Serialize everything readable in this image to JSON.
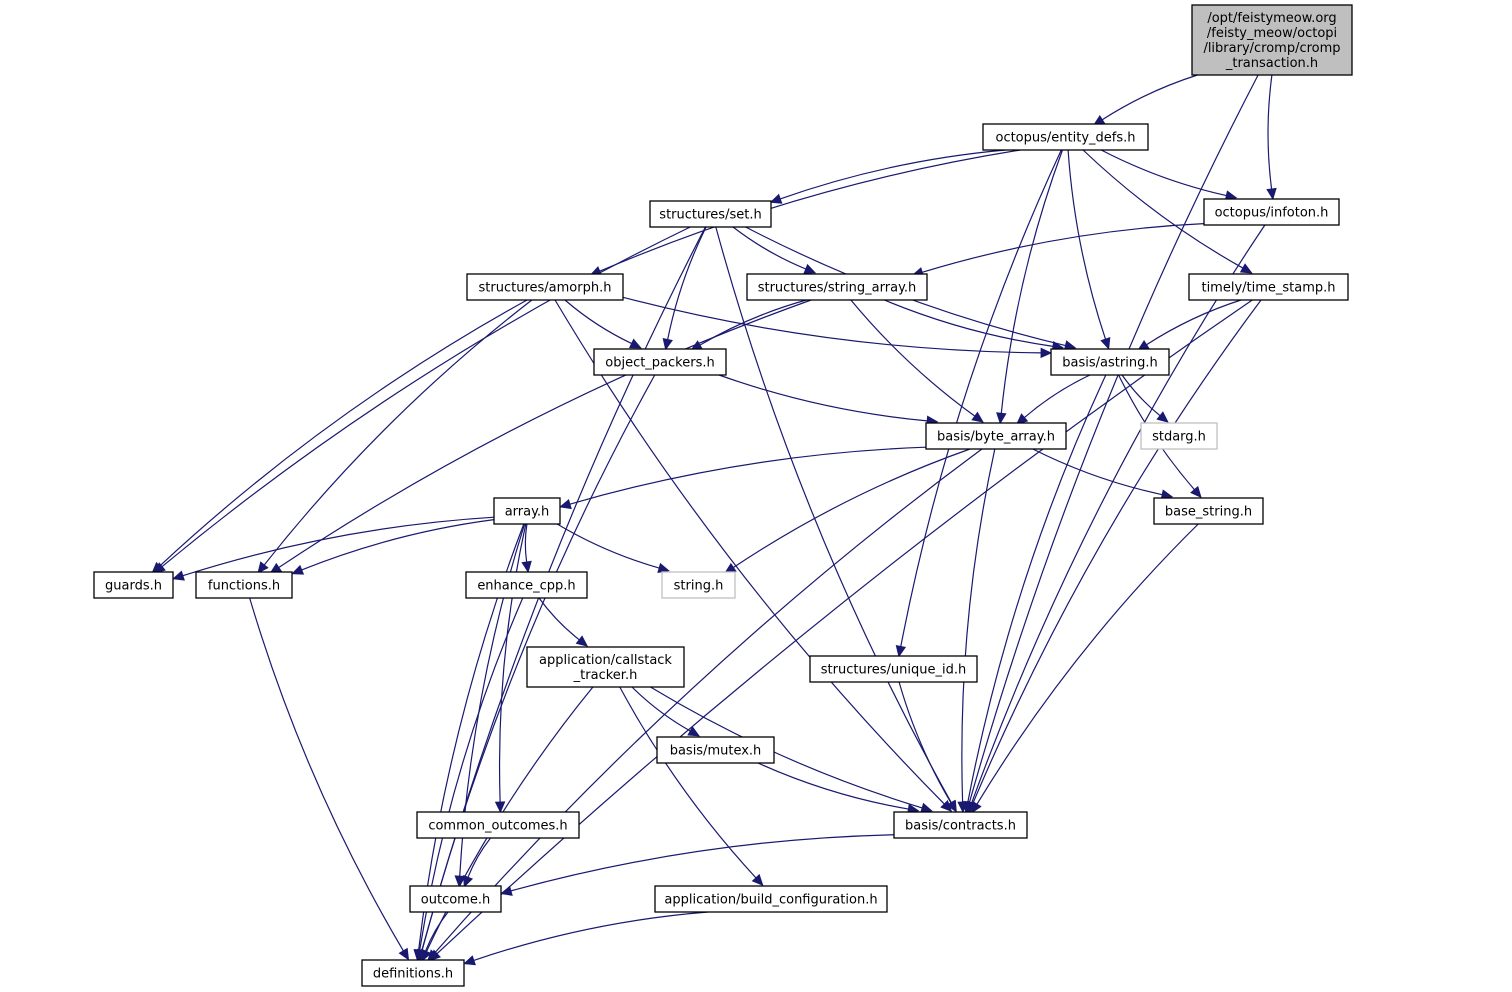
{
  "diagram": {
    "type": "include-dependency-graph",
    "colors": {
      "edge": "#191970",
      "root_fill": "#bfbfbf",
      "external_border": "#bfbfbf",
      "node_border": "#000000"
    },
    "nodes": [
      {
        "id": "root",
        "lines": [
          "/opt/feistymeow.org",
          "/feisty_meow/octopi",
          "/library/cromp/cromp",
          "_transaction.h"
        ],
        "kind": "root"
      },
      {
        "id": "entity_defs",
        "lines": [
          "octopus/entity_defs.h"
        ]
      },
      {
        "id": "set",
        "lines": [
          "structures/set.h"
        ]
      },
      {
        "id": "infoton",
        "lines": [
          "octopus/infoton.h"
        ]
      },
      {
        "id": "amorph",
        "lines": [
          "structures/amorph.h"
        ]
      },
      {
        "id": "string_array",
        "lines": [
          "structures/string_array.h"
        ]
      },
      {
        "id": "time_stamp",
        "lines": [
          "timely/time_stamp.h"
        ]
      },
      {
        "id": "object_packers",
        "lines": [
          "object_packers.h"
        ]
      },
      {
        "id": "astring",
        "lines": [
          "basis/astring.h"
        ]
      },
      {
        "id": "byte_array",
        "lines": [
          "basis/byte_array.h"
        ]
      },
      {
        "id": "stdarg",
        "lines": [
          "stdarg.h"
        ],
        "kind": "external"
      },
      {
        "id": "array",
        "lines": [
          "array.h"
        ]
      },
      {
        "id": "base_string",
        "lines": [
          "base_string.h"
        ]
      },
      {
        "id": "guards",
        "lines": [
          "guards.h"
        ]
      },
      {
        "id": "functions",
        "lines": [
          "functions.h"
        ]
      },
      {
        "id": "enhance_cpp",
        "lines": [
          "enhance_cpp.h"
        ]
      },
      {
        "id": "string",
        "lines": [
          "string.h"
        ],
        "kind": "external"
      },
      {
        "id": "callstack",
        "lines": [
          "application/callstack",
          "_tracker.h"
        ]
      },
      {
        "id": "unique_id",
        "lines": [
          "structures/unique_id.h"
        ]
      },
      {
        "id": "mutex",
        "lines": [
          "basis/mutex.h"
        ]
      },
      {
        "id": "common_outcomes",
        "lines": [
          "common_outcomes.h"
        ]
      },
      {
        "id": "contracts",
        "lines": [
          "basis/contracts.h"
        ]
      },
      {
        "id": "outcome",
        "lines": [
          "outcome.h"
        ]
      },
      {
        "id": "build_config",
        "lines": [
          "application/build_configuration.h"
        ]
      },
      {
        "id": "definitions",
        "lines": [
          "definitions.h"
        ]
      }
    ],
    "edges": [
      [
        "root",
        "entity_defs"
      ],
      [
        "root",
        "infoton"
      ],
      [
        "root",
        "contracts"
      ],
      [
        "entity_defs",
        "set"
      ],
      [
        "entity_defs",
        "amorph"
      ],
      [
        "entity_defs",
        "infoton"
      ],
      [
        "entity_defs",
        "time_stamp"
      ],
      [
        "entity_defs",
        "astring"
      ],
      [
        "entity_defs",
        "byte_array"
      ],
      [
        "entity_defs",
        "unique_id"
      ],
      [
        "set",
        "string_array"
      ],
      [
        "set",
        "object_packers"
      ],
      [
        "set",
        "astring"
      ],
      [
        "set",
        "contracts"
      ],
      [
        "set",
        "guards"
      ],
      [
        "set",
        "definitions"
      ],
      [
        "infoton",
        "string_array"
      ],
      [
        "infoton",
        "contracts"
      ],
      [
        "amorph",
        "object_packers"
      ],
      [
        "amorph",
        "astring"
      ],
      [
        "amorph",
        "guards"
      ],
      [
        "amorph",
        "functions"
      ],
      [
        "amorph",
        "contracts"
      ],
      [
        "string_array",
        "object_packers"
      ],
      [
        "string_array",
        "astring"
      ],
      [
        "string_array",
        "byte_array"
      ],
      [
        "string_array",
        "functions"
      ],
      [
        "time_stamp",
        "astring"
      ],
      [
        "time_stamp",
        "contracts"
      ],
      [
        "time_stamp",
        "definitions"
      ],
      [
        "object_packers",
        "byte_array"
      ],
      [
        "object_packers",
        "definitions"
      ],
      [
        "astring",
        "byte_array"
      ],
      [
        "astring",
        "stdarg"
      ],
      [
        "astring",
        "base_string"
      ],
      [
        "astring",
        "contracts"
      ],
      [
        "byte_array",
        "array"
      ],
      [
        "byte_array",
        "string"
      ],
      [
        "byte_array",
        "base_string"
      ],
      [
        "byte_array",
        "contracts"
      ],
      [
        "byte_array",
        "definitions"
      ],
      [
        "array",
        "guards"
      ],
      [
        "array",
        "functions"
      ],
      [
        "array",
        "enhance_cpp"
      ],
      [
        "array",
        "string"
      ],
      [
        "array",
        "common_outcomes"
      ],
      [
        "array",
        "outcome"
      ],
      [
        "array",
        "definitions"
      ],
      [
        "base_string",
        "contracts"
      ],
      [
        "functions",
        "definitions"
      ],
      [
        "enhance_cpp",
        "callstack"
      ],
      [
        "enhance_cpp",
        "definitions"
      ],
      [
        "callstack",
        "mutex"
      ],
      [
        "callstack",
        "contracts"
      ],
      [
        "callstack",
        "build_config"
      ],
      [
        "callstack",
        "definitions"
      ],
      [
        "unique_id",
        "contracts"
      ],
      [
        "mutex",
        "contracts"
      ],
      [
        "common_outcomes",
        "outcome"
      ],
      [
        "contracts",
        "outcome"
      ],
      [
        "outcome",
        "definitions"
      ],
      [
        "build_config",
        "definitions"
      ]
    ]
  }
}
